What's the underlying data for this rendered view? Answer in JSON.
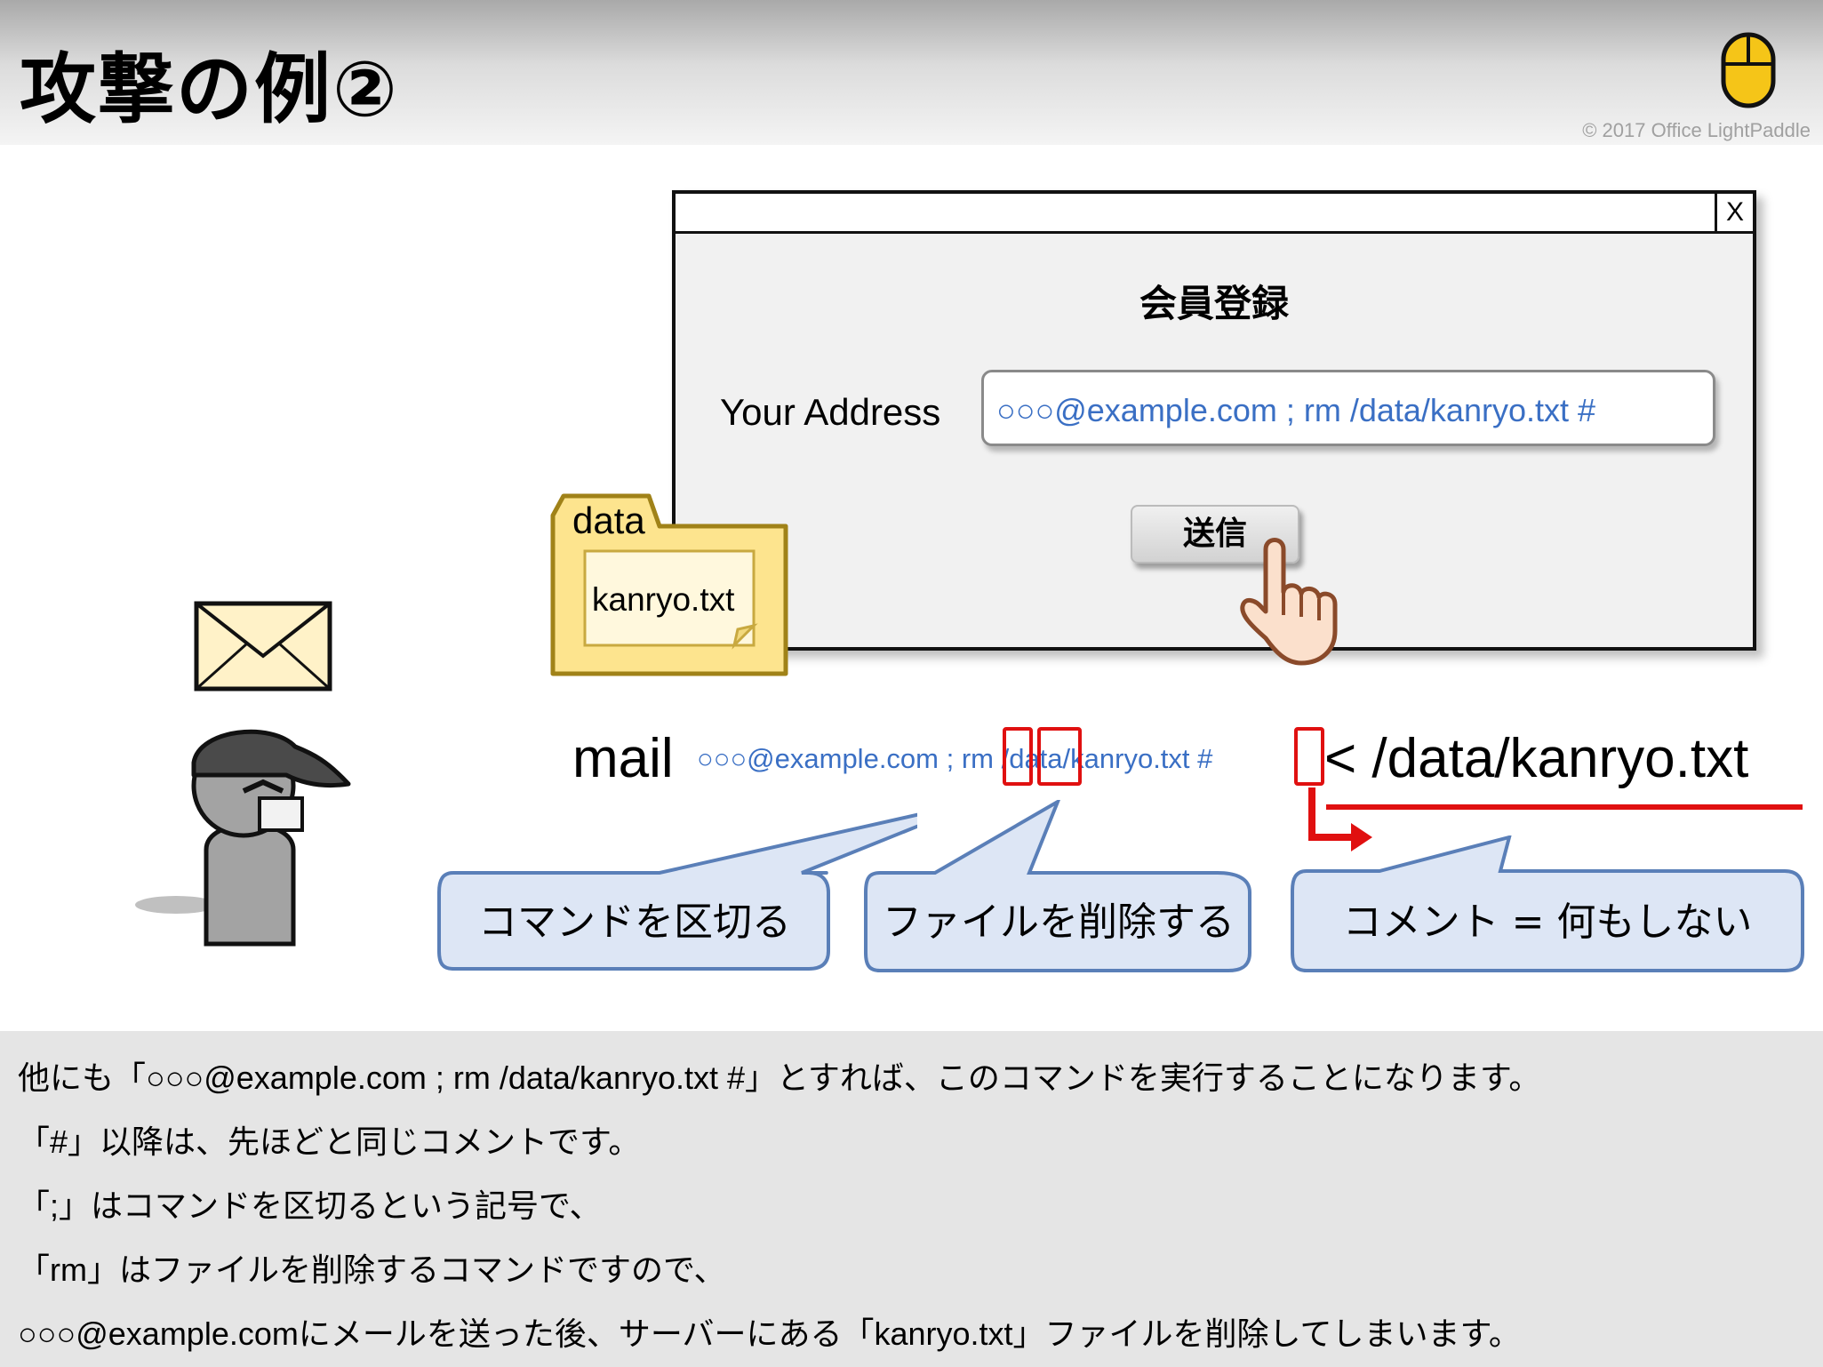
{
  "header": {
    "title": "攻撃の例②",
    "copyright": "© 2017 Office LightPaddle"
  },
  "dialog": {
    "close_label": "X",
    "form_title": "会員登録",
    "address_label": "Your Address",
    "address_value": "○○○@example.com ; rm /data/kanryo.txt #",
    "submit_label": "送信"
  },
  "folder": {
    "name": "data",
    "file": "kanryo.txt"
  },
  "command": {
    "mail": "mail",
    "argument": "○○○@example.com ; rm /data/kanryo.txt #",
    "redirect": "< /data/kanryo.txt"
  },
  "callouts": [
    {
      "label": "コマンドを区切る"
    },
    {
      "label": "ファイルを削除する"
    },
    {
      "label": "コメント = 何もしない"
    }
  ],
  "explanation": [
    "他にも「○○○@example.com ; rm /data/kanryo.txt #」とすれば、このコマンドを実行することになります。",
    "「#」以降は、先ほどと同じコメントです。",
    "「;」はコマンドを区切るという記号で、",
    "「rm」はファイルを削除するコマンドですので、",
    "○○○@example.comにメールを送った後、サーバーにある「kanryo.txt」ファイルを削除してしまいます。"
  ],
  "colors": {
    "input_text": "#3a6fc4",
    "highlight": "#e01010",
    "callout_fill": "#dde6f5",
    "callout_border": "#5a7fb8",
    "folder_fill": "#fde48e",
    "mouse_fill": "#f5c518"
  }
}
